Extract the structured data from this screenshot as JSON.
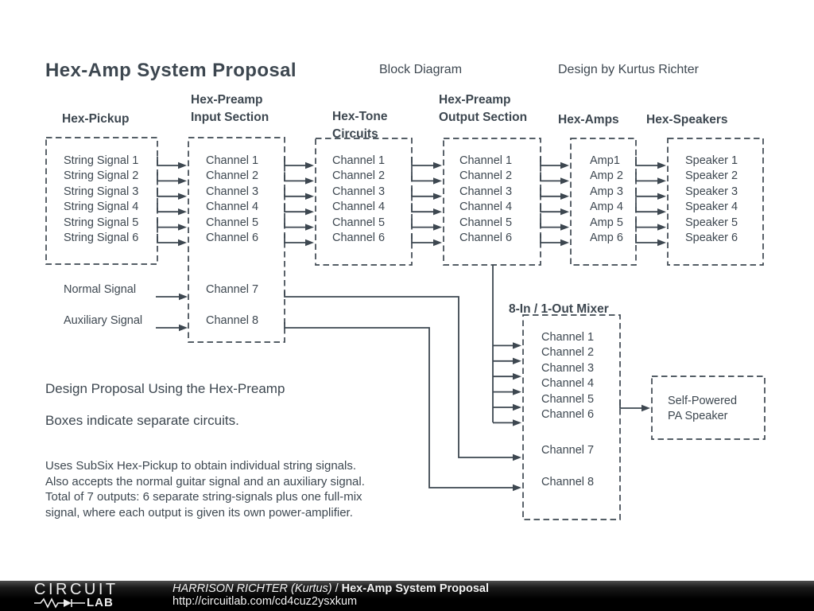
{
  "title": "Hex-Amp System Proposal",
  "subtitle": "Block Diagram",
  "credit": "Design by Kurtus Richter",
  "colors": {
    "ink": "#3d4750",
    "paper": "#ffffff",
    "footer_text": "#f3f3f3"
  },
  "columns": {
    "pickup": {
      "header": "Hex-Pickup",
      "items": [
        "String Signal 1",
        "String Signal 2",
        "String Signal 3",
        "String Signal 4",
        "String Signal 5",
        "String Signal 6"
      ]
    },
    "input": {
      "header1": "Hex-Preamp",
      "header2": "Input Section",
      "items": [
        "Channel 1",
        "Channel 2",
        "Channel 3",
        "Channel 4",
        "Channel 5",
        "Channel 6"
      ],
      "channel7": "Channel 7",
      "channel8": "Channel 8"
    },
    "tone": {
      "header1": "Hex-Tone",
      "header2": "Circuits",
      "items": [
        "Channel 1",
        "Channel 2",
        "Channel 3",
        "Channel 4",
        "Channel 5",
        "Channel 6"
      ]
    },
    "output": {
      "header1": "Hex-Preamp",
      "header2": "Output Section",
      "items": [
        "Channel 1",
        "Channel 2",
        "Channel 3",
        "Channel 4",
        "Channel 5",
        "Channel 6"
      ]
    },
    "amps": {
      "header": "Hex-Amps",
      "items": [
        "Amp1",
        "Amp 2",
        "Amp 3",
        "Amp 4",
        "Amp 5",
        "Amp 6"
      ]
    },
    "speakers": {
      "header": "Hex-Speakers",
      "items": [
        "Speaker 1",
        "Speaker 2",
        "Speaker 3",
        "Speaker 4",
        "Speaker 5",
        "Speaker 6"
      ]
    }
  },
  "aux_inputs": {
    "normal": "Normal Signal",
    "auxiliary": "Auxiliary Signal"
  },
  "mixer": {
    "title": "8-In / 1-Out Mixer",
    "items": [
      "Channel 1",
      "Channel 2",
      "Channel 3",
      "Channel 4",
      "Channel 5",
      "Channel 6"
    ],
    "channel7": "Channel 7",
    "channel8": "Channel 8"
  },
  "pa_speaker": {
    "line1": "Self-Powered",
    "line2": "PA Speaker"
  },
  "notes": {
    "proposal": "Design Proposal Using the Hex-Preamp",
    "boxes": "Boxes indicate separate circuits.",
    "description": [
      "Uses SubSix Hex-Pickup to obtain individual string signals.",
      "Also accepts the normal guitar signal and an auxiliary signal.",
      "Total of 7 outputs: 6 separate string-signals plus one full-mix",
      "signal, where each output is given its own power-amplifier."
    ]
  },
  "footer": {
    "logo_top": "CIRCUIT",
    "logo_bottom": "LAB",
    "author": "HARRISON RICHTER (Kurtus)",
    "separator": "/",
    "doc_title": "Hex-Amp System Proposal",
    "url": "http://circuitlab.com/cd4cuz2ysxkum"
  }
}
